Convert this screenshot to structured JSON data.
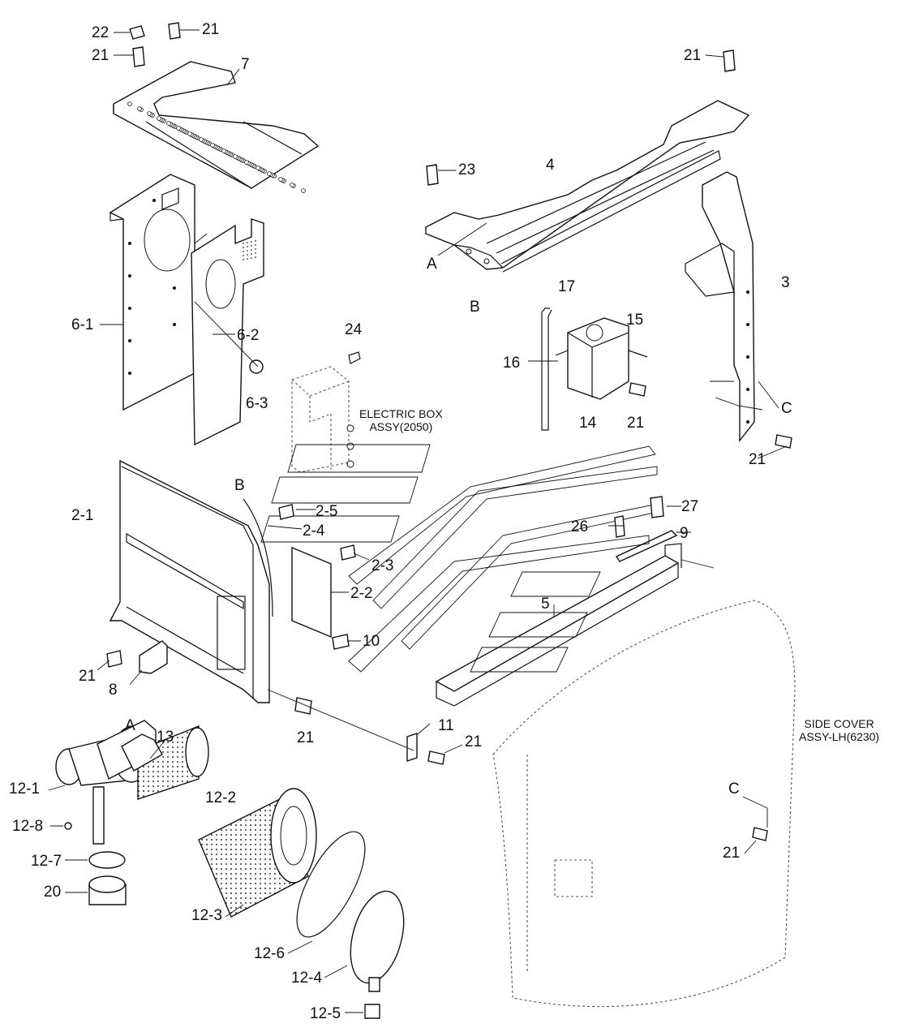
{
  "labels": {
    "l22": "22",
    "l21_a": "21",
    "l21_b": "21",
    "l7": "7",
    "l21_c": "21",
    "l23": "23",
    "l4": "4",
    "lA_top": "A",
    "l17": "17",
    "lB_top": "B",
    "l3": "3",
    "l15": "15",
    "l6_1": "6-1",
    "l6_2": "6-2",
    "l6_3": "6-3",
    "l24": "24",
    "l16": "16",
    "lC_right": "C",
    "l14": "14",
    "l21_d": "21",
    "l21_e": "21",
    "lB_mid": "B",
    "l2_1": "2-1",
    "l2_5": "2-5",
    "l2_4": "2-4",
    "l27": "27",
    "l26": "26",
    "l9": "9",
    "l2_3": "2-3",
    "l2_2": "2-2",
    "l5": "5",
    "l10": "10",
    "l21_f": "21",
    "l8": "8",
    "l21_g": "21",
    "lA_bot": "A",
    "l11": "11",
    "l21_h": "21",
    "l13": "13",
    "l12_1": "12-1",
    "l12_2": "12-2",
    "l12_8": "12-8",
    "lC_bot": "C",
    "l12_7": "12-7",
    "l21_i": "21",
    "l20": "20",
    "l12_3": "12-3",
    "l12_6": "12-6",
    "l12_4": "12-4",
    "l12_5": "12-5"
  },
  "notes": {
    "electric_box": [
      "ELECTRIC BOX",
      "ASSY(2050)"
    ],
    "side_cover": [
      "SIDE COVER",
      "ASSY-LH(6230)"
    ]
  },
  "colors": {
    "line": "#111111",
    "background": "#ffffff"
  }
}
